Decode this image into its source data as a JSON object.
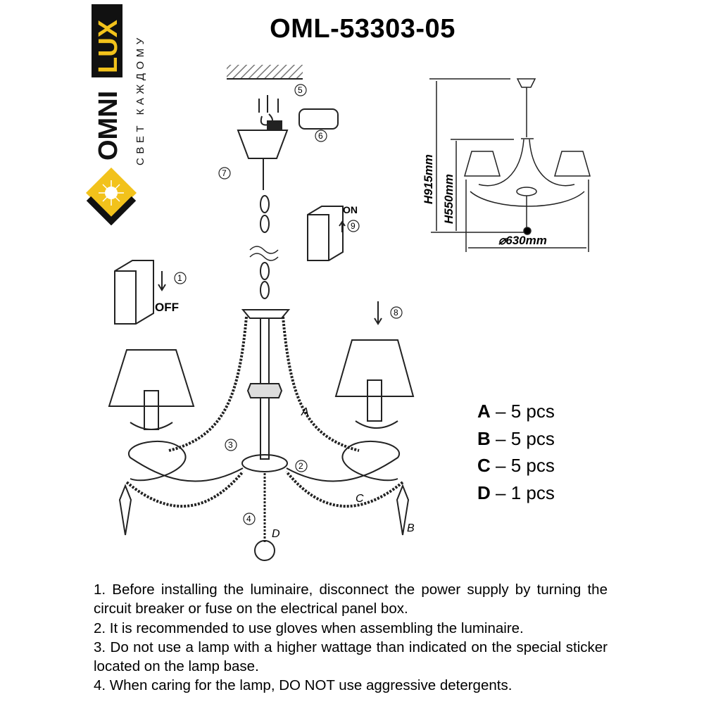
{
  "title": "OML-53303-05",
  "logo": {
    "brand_left": "OMNI",
    "brand_right": "LUX",
    "tagline": "СВЕТ КАЖДОМУ",
    "accent_color": "#f2c21b"
  },
  "dimensions": {
    "height_total": "H915mm",
    "height_body": "H550mm",
    "diameter": "⌀630mm"
  },
  "callouts": {
    "c1": "1",
    "c2": "2",
    "c3": "3",
    "c4": "4",
    "c5": "5",
    "c6": "6",
    "c7": "7",
    "c8": "8",
    "c9": "9"
  },
  "switch": {
    "off_label": "OFF",
    "on_label": "ON"
  },
  "part_letters": {
    "a": "A",
    "b": "B",
    "c": "C",
    "d": "D"
  },
  "parts": [
    {
      "letter": "A",
      "qty": "– 5 pcs"
    },
    {
      "letter": "B",
      "qty": "– 5 pcs"
    },
    {
      "letter": "C",
      "qty": "– 5 pcs"
    },
    {
      "letter": "D",
      "qty": "– 1 pcs"
    }
  ],
  "instructions": [
    "1. Before installing the luminaire, disconnect the power supply by turning the circuit breaker or fuse on the electrical panel box.",
    "2. It is recommended to use gloves when assembling the luminaire.",
    "3. Do not use a lamp with a higher wattage than indicated on the special sticker located on the lamp base.",
    "4. When caring for the lamp, DO NOT use aggressive detergents."
  ]
}
